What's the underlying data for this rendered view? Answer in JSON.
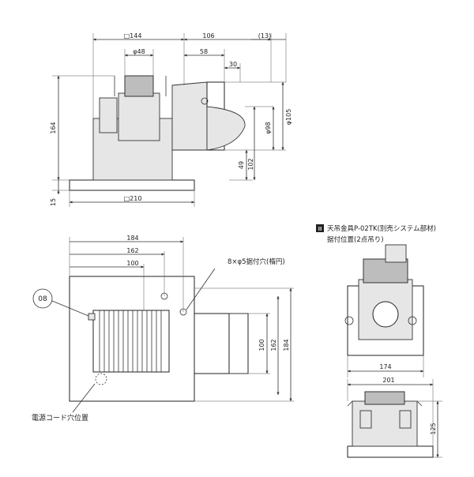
{
  "top_view": {
    "dims": {
      "w144": "□144",
      "w106": "106",
      "w13": "(13)",
      "w48": "φ48",
      "w58": "58",
      "w30": "30",
      "h164": "164",
      "h15": "15",
      "h49": "49",
      "h102": "102",
      "d98": "φ98",
      "d105": "φ105",
      "w210": "□210"
    }
  },
  "plan_view": {
    "dims": {
      "w184": "184",
      "w162": "162",
      "w100": "100",
      "h100": "100",
      "h162": "162",
      "h184": "184"
    },
    "hole_note": "8×φ5据付穴(楕円)",
    "circle_label": "08",
    "cord_label": "電源コード穴位置"
  },
  "bracket_view": {
    "marker": "Ⅲ",
    "title": "天吊金具P-02TK(別売システム部材)",
    "subtitle": "据付位置(2点吊り)",
    "dims": {
      "w174": "174",
      "w201": "201",
      "h125": "125"
    }
  }
}
